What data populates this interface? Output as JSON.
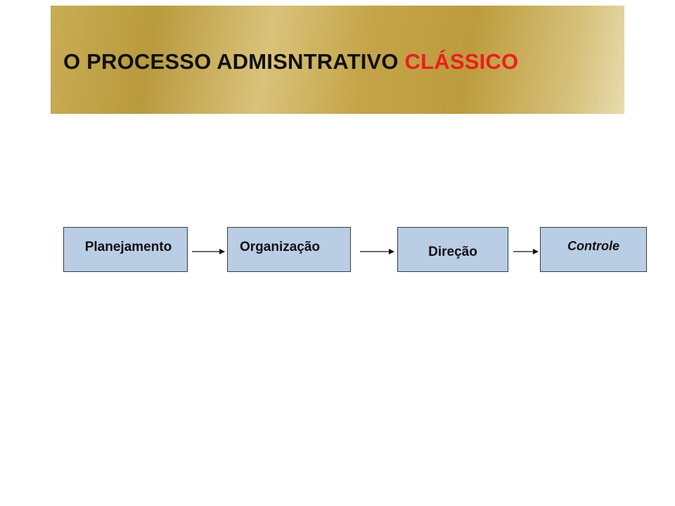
{
  "title": {
    "main": "O PROCESSO ADMISNTRATIVO",
    "accent": "CLÁSSICO",
    "accent_color": "#ee1c1c"
  },
  "diagram": {
    "type": "flow",
    "steps": [
      {
        "label": "Planejamento"
      },
      {
        "label": "Organização"
      },
      {
        "label": "Direção"
      },
      {
        "label": "Controle"
      }
    ],
    "box_color": "#b9cde5",
    "connectors": [
      {
        "from": "Planejamento",
        "to": "Organização"
      },
      {
        "from": "Organização",
        "to": "Direção"
      },
      {
        "from": "Direção",
        "to": "Controle"
      }
    ]
  }
}
